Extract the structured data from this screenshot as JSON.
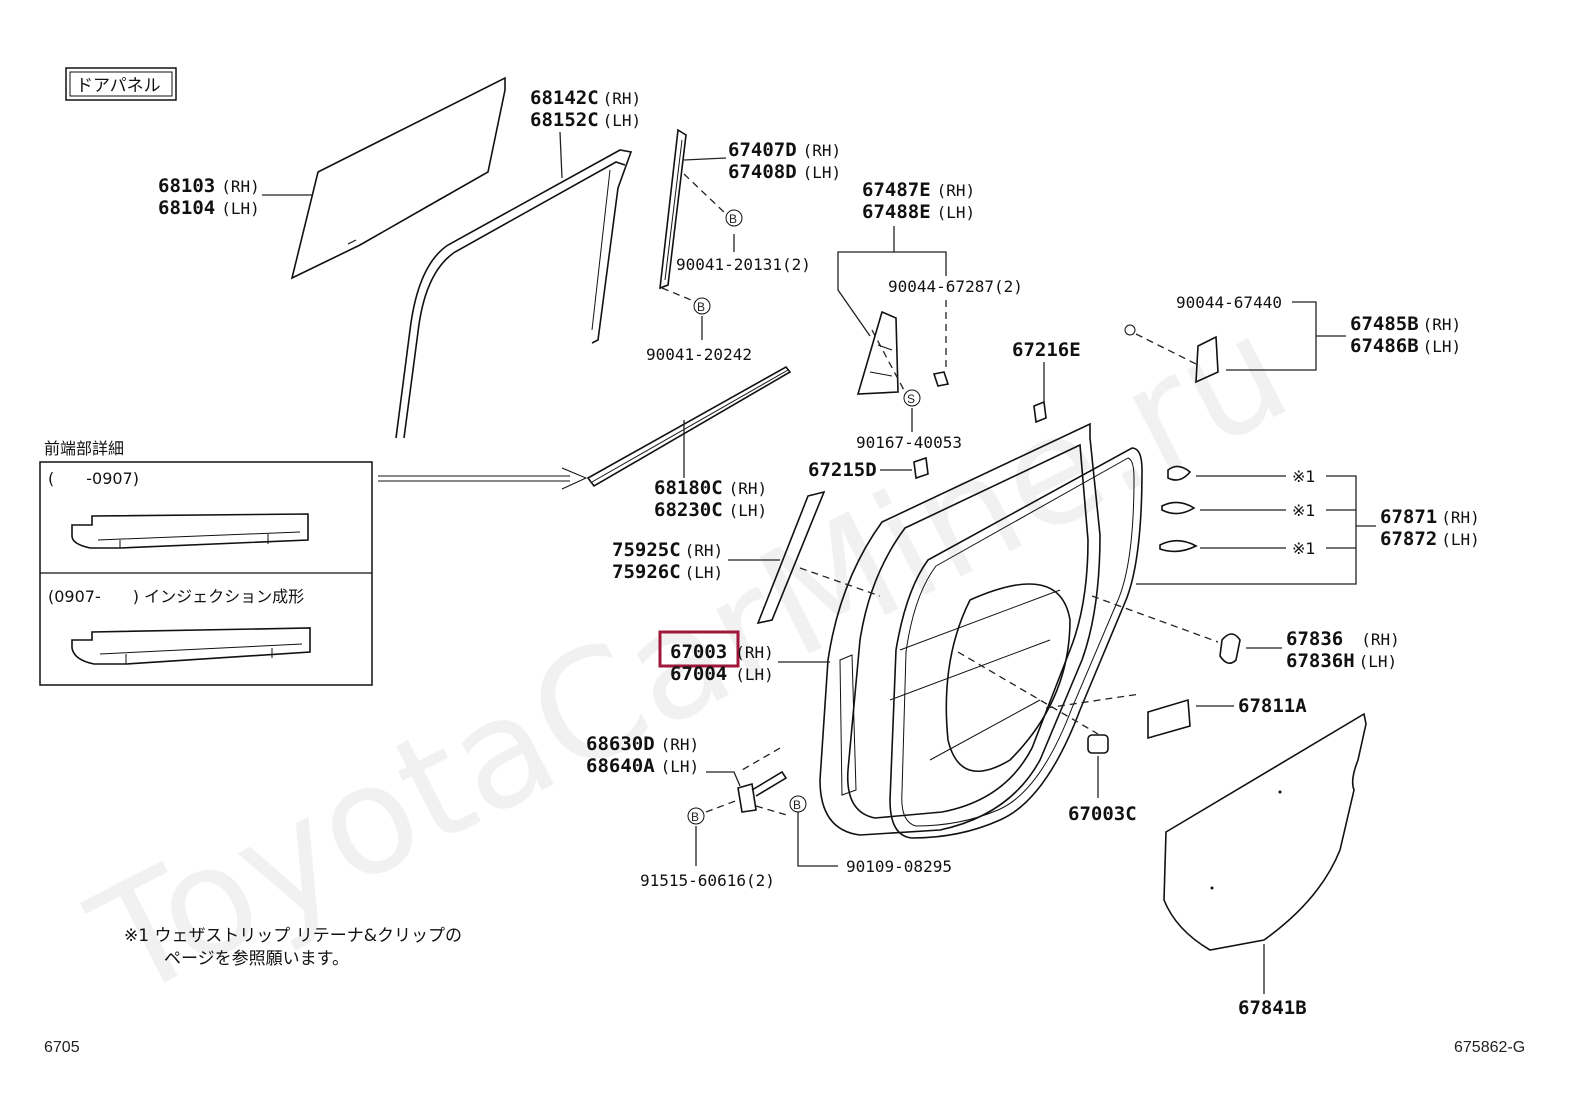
{
  "panel_title": "ドアパネル",
  "watermark": "ToyotaCarMine.ru",
  "inset": {
    "title": "前端部詳細",
    "row1_label": "(　　-0907)",
    "row2_label": "(0907-　　) インジェクション成形"
  },
  "footnote": {
    "line1": "※1 ウェザストリップ リテーナ&クリップの",
    "line2": "ページを参照願います。"
  },
  "page_number": "6705",
  "figure_code": "675862-G",
  "highlight_color": "#a0173a",
  "callout_symbols": {
    "b": "B",
    "s": "S",
    "note_ref": "※1"
  },
  "parts": {
    "p68103": {
      "rh": "68103",
      "lh": "68104",
      "rh_sfx": "(RH)",
      "lh_sfx": "(LH)"
    },
    "p68142c": {
      "rh": "68142C",
      "lh": "68152C",
      "rh_sfx": "(RH)",
      "lh_sfx": "(LH)"
    },
    "p67407d": {
      "rh": "67407D",
      "lh": "67408D",
      "rh_sfx": "(RH)",
      "lh_sfx": "(LH)"
    },
    "p67487e": {
      "rh": "67487E",
      "lh": "67488E",
      "rh_sfx": "(RH)",
      "lh_sfx": "(LH)"
    },
    "p67485b": {
      "rh": "67485B",
      "lh": "67486B",
      "rh_sfx": "(RH)",
      "lh_sfx": "(LH)"
    },
    "p68180c": {
      "rh": "68180C",
      "lh": "68230C",
      "rh_sfx": "(RH)",
      "lh_sfx": "(LH)"
    },
    "p75925c": {
      "rh": "75925C",
      "lh": "75926C",
      "rh_sfx": "(RH)",
      "lh_sfx": "(LH)"
    },
    "p67003": {
      "rh": "67003",
      "lh": "67004",
      "rh_sfx": "(RH)",
      "lh_sfx": "(LH)"
    },
    "p68630d": {
      "rh": "68630D",
      "lh": "68640A",
      "rh_sfx": "(RH)",
      "lh_sfx": "(LH)"
    },
    "p67871": {
      "rh": "67871",
      "lh": "67872",
      "rh_sfx": "(RH)",
      "lh_sfx": "(LH)"
    },
    "p67836": {
      "rh": "67836",
      "lh": "67836H",
      "rh_sfx": "(RH)",
      "lh_sfx": "(LH)"
    },
    "single": {
      "f90041_20131": "90041-20131(2)",
      "f90041_20242": "90041-20242",
      "f90044_67287": "90044-67287(2)",
      "f90044_67440": "90044-67440",
      "f90167_40053": "90167-40053",
      "p67216e": "67216E",
      "p67215d": "67215D",
      "p67811a": "67811A",
      "p67003c": "67003C",
      "p67841b": "67841B",
      "f91515_60616": "91515-60616(2)",
      "f90109_08295": "90109-08295"
    }
  }
}
